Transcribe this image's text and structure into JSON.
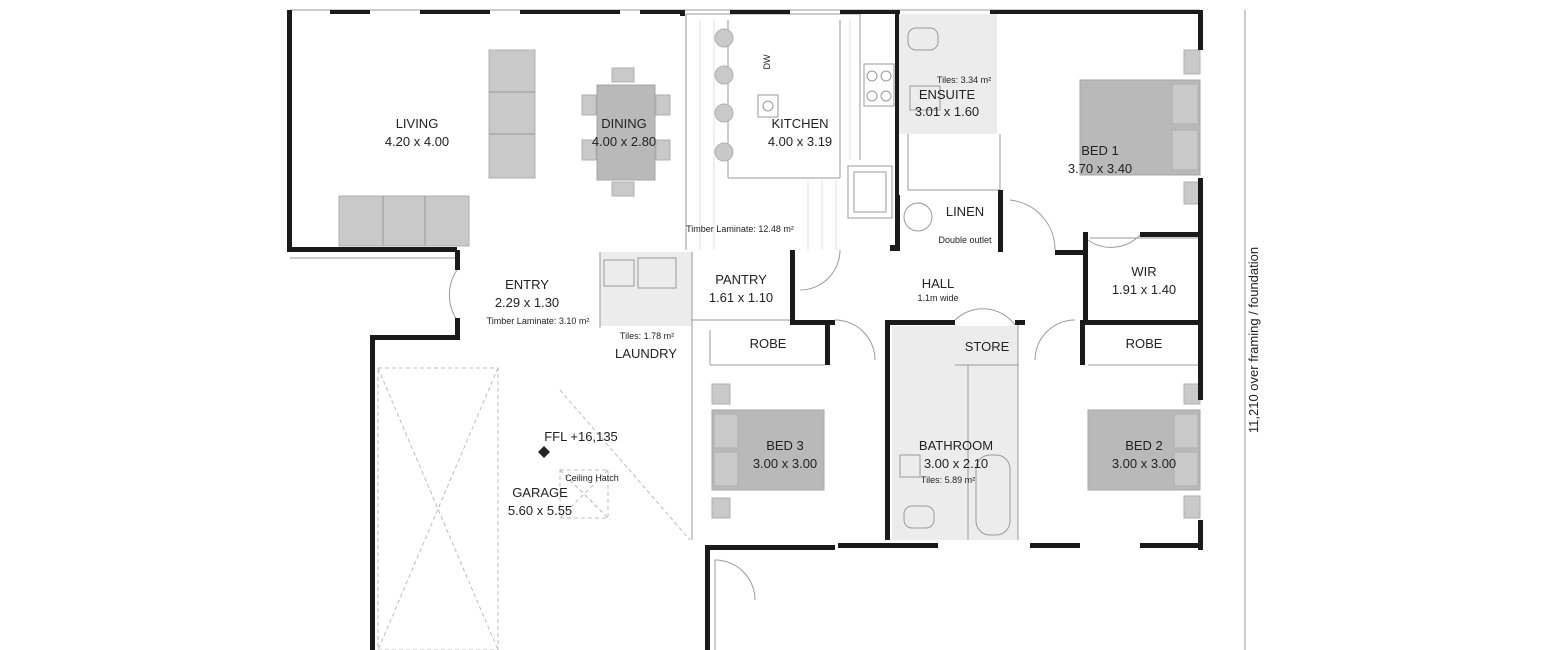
{
  "rooms": {
    "living": {
      "name": "LIVING",
      "dims": "4.20 x 4.00"
    },
    "dining": {
      "name": "DINING",
      "dims": "4.00 x 2.80"
    },
    "kitchen": {
      "name": "KITCHEN",
      "dims": "4.00 x 3.19",
      "floor_note": "Timber Laminate: 12.48 m²",
      "dw_label": "DW"
    },
    "ensuite": {
      "name": "ENSUITE",
      "dims": "3.01 x 1.60",
      "floor_note": "Tiles: 3.34 m²"
    },
    "bed1": {
      "name": "BED 1",
      "dims": "3.70 x 3.40"
    },
    "linen": {
      "name": "LINEN",
      "note": "Double outlet"
    },
    "entry": {
      "name": "ENTRY",
      "dims": "2.29 x 1.30",
      "floor_note": "Timber Laminate: 3.10 m²"
    },
    "pantry": {
      "name": "PANTRY",
      "dims": "1.61 x 1.10"
    },
    "hall": {
      "name": "HALL",
      "note": "1.1m wide"
    },
    "wir": {
      "name": "WIR",
      "dims": "1.91 x 1.40"
    },
    "laundry": {
      "name": "LAUNDRY",
      "floor_note": "Tiles: 1.78 m²"
    },
    "robe_left": {
      "name": "ROBE"
    },
    "store": {
      "name": "STORE"
    },
    "robe_right": {
      "name": "ROBE"
    },
    "bed3": {
      "name": "BED 3",
      "dims": "3.00 x 3.00"
    },
    "bathroom": {
      "name": "BATHROOM",
      "dims": "3.00 x 2.10",
      "floor_note": "Tiles: 5.89 m²"
    },
    "bed2": {
      "name": "BED 2",
      "dims": "3.00 x 3.00"
    },
    "garage": {
      "name": "GARAGE",
      "dims": "5.60 x 5.55",
      "ffl": "FFL +16,135",
      "hatch": "Ceiling Hatch"
    }
  },
  "dimension_label": "11,210 over framing / foundation",
  "colors": {
    "wall": "#1a1a1a",
    "furniture": "#c9c9c9",
    "tile": "#ececec",
    "line": "#9a9a9a"
  }
}
